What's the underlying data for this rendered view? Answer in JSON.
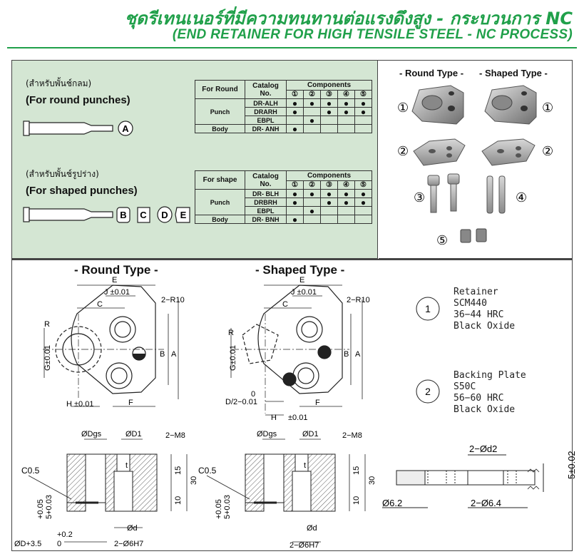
{
  "header": {
    "title_th": "ชุดรีเทนเนอร์ที่มีความทนทานต่อแรงดึงสูง - กระบวนการ NC",
    "title_en": "(END RETAINER FOR HIGH TENSILE STEEL - NC PROCESS)"
  },
  "round": {
    "label_th": "(สำหรับพั้นช์กลม)",
    "label_en": "(For round punches)",
    "type_letters": [
      "A"
    ],
    "table": {
      "col1": "For Round",
      "col2": "Catalog No.",
      "components": "Components",
      "nums": [
        "①",
        "②",
        "③",
        "④",
        "⑤"
      ],
      "group_punch": "Punch",
      "group_body": "Body",
      "rows": [
        {
          "cat": "DR-ALH",
          "dots": [
            "●",
            "●",
            "●",
            "●",
            "●"
          ]
        },
        {
          "cat": "DRARH",
          "dots": [
            "●",
            "",
            "●",
            "●",
            "●"
          ]
        },
        {
          "cat": "EBPL",
          "dots": [
            "",
            "●",
            "",
            "",
            ""
          ]
        },
        {
          "cat": "DR- ANH",
          "dots": [
            "●",
            "",
            "",
            "",
            ""
          ]
        }
      ]
    }
  },
  "shaped": {
    "label_th": "(สำหรับพั้นช์รูปร่าง)",
    "label_en": "(For shaped punches)",
    "type_letters": [
      "B",
      "C",
      "D",
      "E"
    ],
    "table": {
      "col1": "For shape",
      "col2": "Catalog No.",
      "components": "Components",
      "nums": [
        "①",
        "②",
        "③",
        "④",
        "⑤"
      ],
      "group_punch": "Punch",
      "group_body": "Body",
      "rows": [
        {
          "cat": "DR- BLH",
          "dots": [
            "●",
            "●",
            "●",
            "●",
            "●"
          ]
        },
        {
          "cat": "DRBRH",
          "dots": [
            "●",
            "",
            "●",
            "●",
            "●"
          ]
        },
        {
          "cat": "EBPL",
          "dots": [
            "",
            "●",
            "",
            "",
            ""
          ]
        },
        {
          "cat": "DR- BNH",
          "dots": [
            "●",
            "",
            "",
            "",
            ""
          ]
        }
      ]
    }
  },
  "photos": {
    "round_title": "- Round Type -",
    "shaped_title": "- Shaped Type -",
    "nums": [
      "①",
      "②",
      "③",
      "④",
      "⑤"
    ]
  },
  "drawing": {
    "round_title": "- Round Type -",
    "shaped_title": "- Shaped Type -",
    "dims": {
      "E": "E",
      "J": "J ±0.01",
      "C": "C",
      "R10": "2−R10",
      "R": "R",
      "G": "G±0.01",
      "B": "B",
      "A": "A",
      "H": "H",
      "H_tol": "±0.01",
      "F": "F",
      "D2": "D/2−0.01",
      "zero": "0",
      "Dgs": "ØDgs",
      "D1": "ØD1",
      "M8": "2−M8",
      "C05": "C0.5",
      "t": "t",
      "d": "Ød",
      "H7": "2−Ø6H7",
      "d15": "15",
      "d30": "30",
      "d10": "10",
      "tol5": "+0.05",
      "tol5b": "5+0.03",
      "D35": "ØD+3.5",
      "tolp2": "+0.2",
      "tol0": "0"
    }
  },
  "notes": {
    "retainer_num": "1",
    "retainer": [
      "Retainer",
      "SCM440",
      "36−44 HRC",
      "Black Oxide"
    ],
    "backing_num": "2",
    "backing": [
      "Backing Plate",
      "S50C",
      "56−60 HRC",
      "Black Oxide"
    ]
  },
  "plate": {
    "d2": "2−Ød2",
    "d62": "Ø6.2",
    "d64": "2−Ø6.4",
    "thick": "5±0.02"
  }
}
